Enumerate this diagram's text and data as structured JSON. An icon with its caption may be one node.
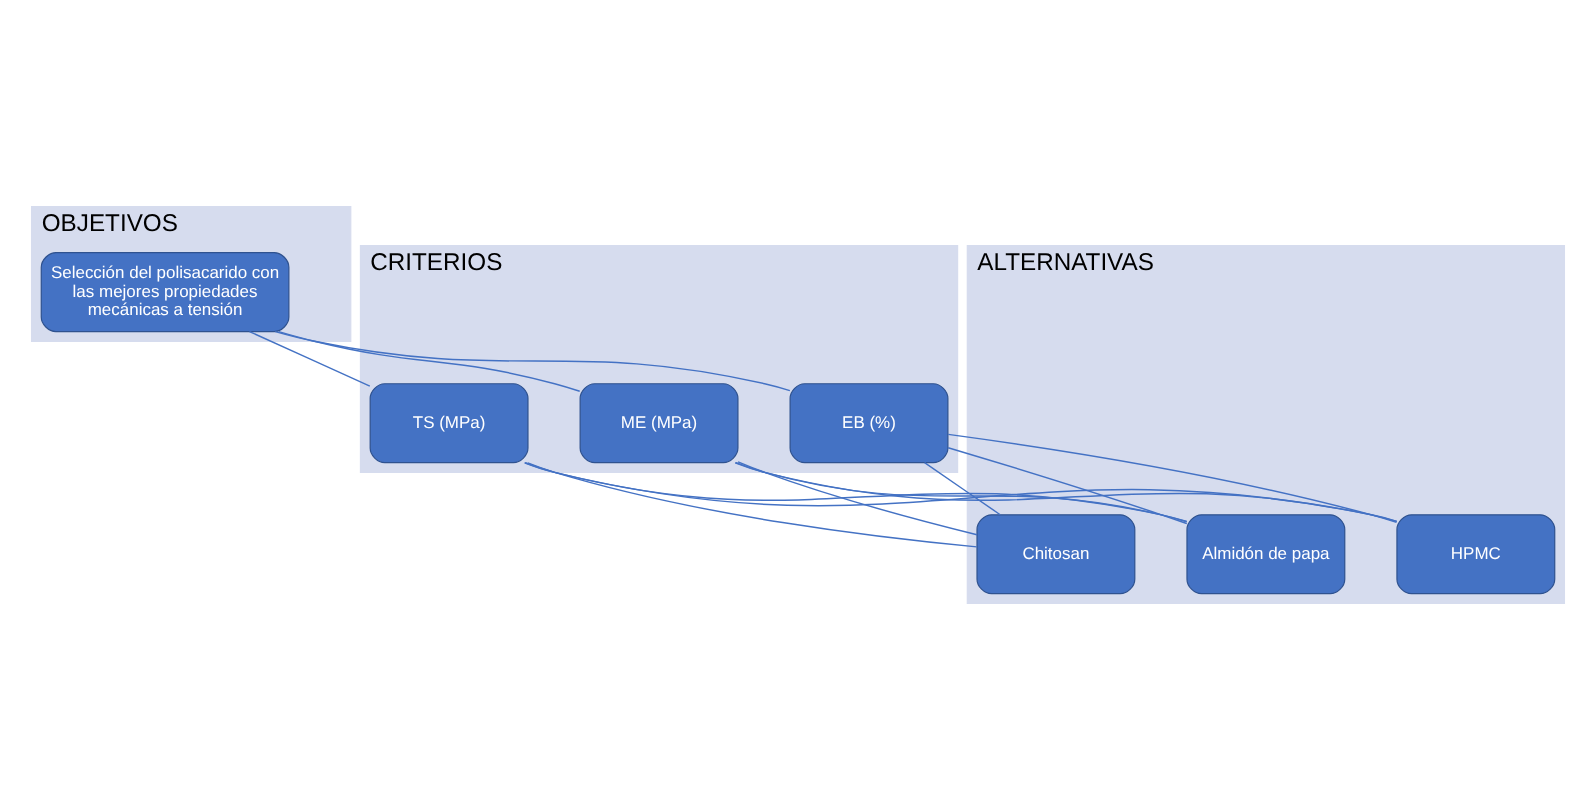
{
  "diagram": {
    "nodes": [
      {
        "text": [
          "OBJETIVOS"
        ]
      },
      {
        "text": [
          "Selección del polisacarido con las mejores propiedades mecánicas a tensión"
        ],
        "in": 0
      },
      {
        "text": [
          "CRITERIOS"
        ]
      },
      {
        "text": [
          "TS (MPa)"
        ],
        "in": 2
      },
      {
        "text": [
          "EB (%)"
        ],
        "in": 2
      },
      {
        "text": [
          "ME (MPa)"
        ],
        "in": 2
      },
      {
        "text": [
          "ALTERNATIVAS"
        ]
      },
      {
        "text": [
          "Chitosan"
        ],
        "in": 6
      },
      {
        "text": [
          "HPMC"
        ],
        "in": 6
      },
      {
        "text": [
          "Almidón de papa"
        ],
        "in": 6
      }
    ],
    "edges": [
      {
        "from": 1,
        "to": 3,
        "arrow": "none"
      },
      {
        "from": 1,
        "to": 4,
        "arrow": "none"
      },
      {
        "from": 1,
        "to": 5,
        "arrow": "none"
      },
      {
        "from": 3,
        "to": 7,
        "arrow": "none"
      },
      {
        "from": 3,
        "to": 8,
        "arrow": "none"
      },
      {
        "from": 3,
        "to": 9,
        "arrow": "none"
      },
      {
        "from": 4,
        "to": 7,
        "arrow": "none"
      },
      {
        "from": 4,
        "to": 8,
        "arrow": "none"
      },
      {
        "from": 4,
        "to": 9,
        "arrow": "none"
      },
      {
        "from": 5,
        "to": 7,
        "arrow": "none"
      },
      {
        "from": 5,
        "to": 8,
        "arrow": "none"
      },
      {
        "from": 5,
        "to": 9,
        "arrow": "none"
      }
    ]
  }
}
